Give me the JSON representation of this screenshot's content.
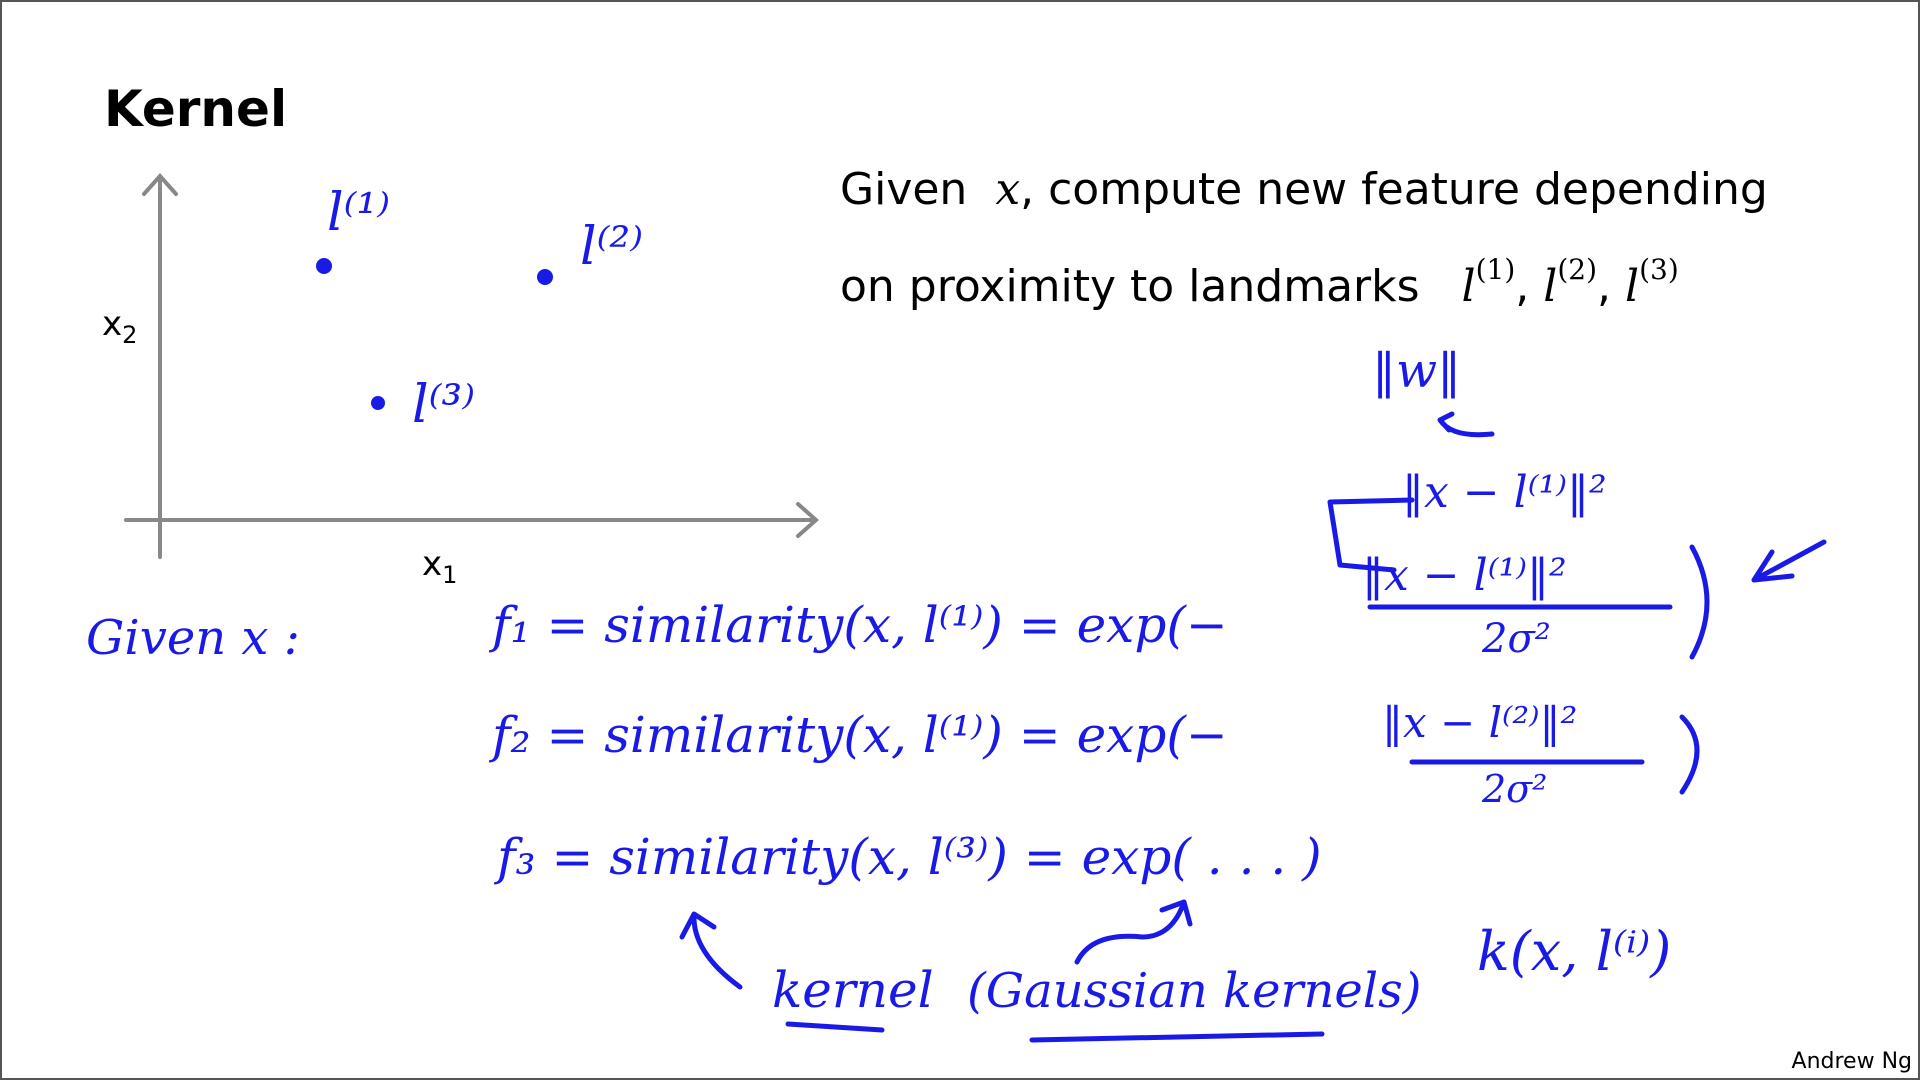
{
  "slide": {
    "title": "Kernel",
    "description": {
      "line1_prefix": "Given",
      "line1_var": "x",
      "line1_suffix": ", compute new feature depending",
      "line2_prefix": "on proximity to landmarks",
      "landmark_base": "l",
      "landmark_sup_1": "(1)",
      "landmark_sup_2": "(2)",
      "landmark_sup_3": "(3)",
      "separator": ","
    },
    "axes": {
      "x_label": "x",
      "x_sub": "1",
      "y_label": "x",
      "y_sub": "2"
    },
    "footer": "Andrew Ng"
  },
  "handwriting": {
    "landmark_1": "l⁽¹⁾",
    "landmark_2": "l⁽²⁾",
    "landmark_3": "l⁽³⁾",
    "given": "Given x :",
    "f1": "f₁ = similarity(x, l⁽¹⁾) = exp(−",
    "f1_num": "‖x − l⁽¹⁾‖²",
    "f1_den": "2σ²",
    "f2": "f₂ = similarity(x, l⁽¹⁾) = exp(−",
    "f2_num": "‖x − l⁽²⁾‖²",
    "f2_den": "2σ²",
    "f3": "f₃ = similarity(x, l⁽³⁾) = exp( . . . )",
    "norm_w": "‖w‖",
    "norm_x_l1": "‖x − l⁽¹⁾‖²",
    "kernel_k": "k(x, l⁽ⁱ⁾)",
    "kernel_label": "kernel",
    "gaussian_label": "(Gaussian kernels)"
  },
  "colors": {
    "ink": "#1a1ae6",
    "axis": "#888888",
    "text": "#000000"
  }
}
